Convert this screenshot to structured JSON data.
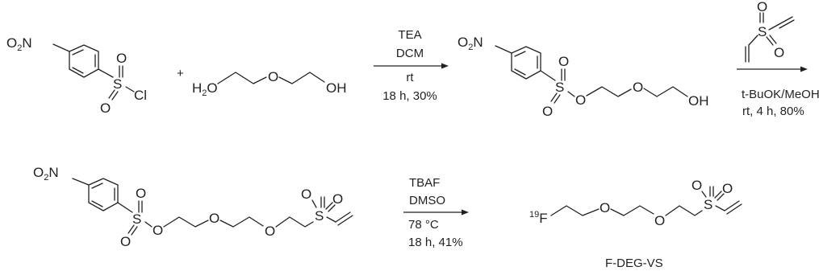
{
  "scheme": {
    "plus_sign": "+",
    "caption": "F-DEG-VS",
    "atoms": {
      "o": "O",
      "n": "N",
      "s": "S",
      "cl": "Cl",
      "h": "H",
      "oh": "OH",
      "f": "F",
      "o2_subscript": "2",
      "h2_subscript": "2",
      "fluorine_isotope": "19"
    },
    "step1": {
      "reagent1": "TEA",
      "reagent2": "DCM",
      "temperature": "rt",
      "time_yield": "18 h, 30%"
    },
    "step2": {
      "reagent1": "t-BuOK/MeOH",
      "time_yield": "rt, 4 h, 80%"
    },
    "step3": {
      "reagent1": "TBAF",
      "reagent2": "DMSO",
      "temperature": "78 °C",
      "time_yield": "18 h, 41%"
    }
  }
}
